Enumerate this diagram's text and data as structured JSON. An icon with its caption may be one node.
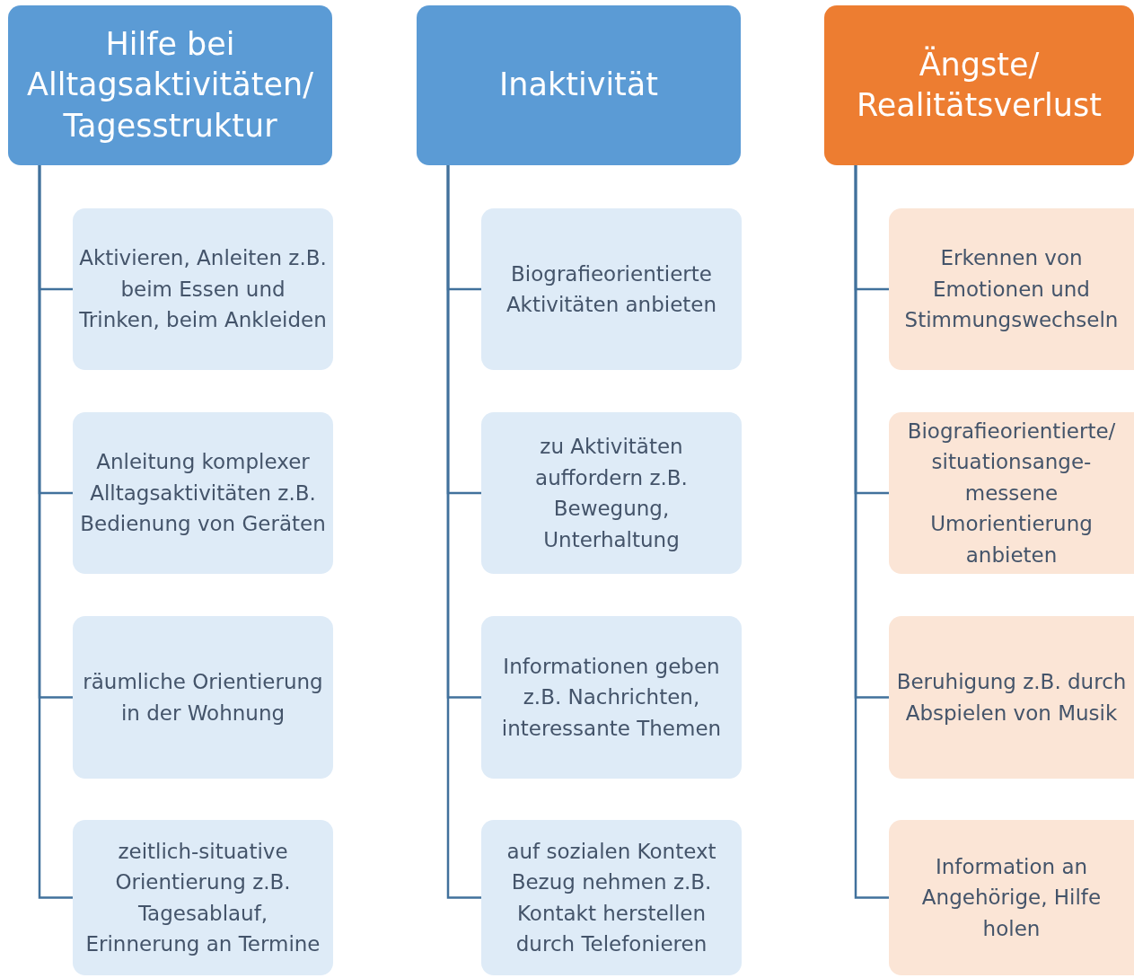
{
  "diagram": {
    "nodes": [
      {
        "text": [
          "Hilfe bei Alltagsaktivitäten/ Tagesstruktur"
        ]
      },
      {
        "text": [
          "Aktivieren, Anleiten z.B. beim Essen und Trinken, beim Ankleiden"
        ]
      },
      {
        "text": [
          "Anleitung komplexer Alltagsaktivitäten z.B. Bedienung von Geräten"
        ]
      },
      {
        "text": [
          "räumliche Orientierung in der Wohnung"
        ]
      },
      {
        "text": [
          "zeitlich-situative Orientierung z.B. Tagesablauf, Erinnerung an Termine"
        ]
      },
      {
        "text": [
          "Inaktivität"
        ]
      },
      {
        "text": [
          "Biografieorientierte Aktivitäten anbieten"
        ]
      },
      {
        "text": [
          "zu Aktivitäten auffordern z.B. Bewegung, Unterhaltung"
        ]
      },
      {
        "text": [
          "Informationen geben z.B. Nachrichten, interessante Themen"
        ]
      },
      {
        "text": [
          "auf sozialen Kontext Bezug nehmen z.B. Kontakt herstellen durch Telefonieren"
        ]
      },
      {
        "text": [
          "Ängste/ Realitätsverlust"
        ]
      },
      {
        "text": [
          "Erkennen von Emotionen und Stimmungswechseln"
        ]
      },
      {
        "text": [
          "Biografieorientierte/ situationsange-messene Umorientierung anbieten"
        ]
      },
      {
        "text": [
          "Beruhigung z.B. durch Abspielen von Musik"
        ]
      },
      {
        "text": [
          "Information an Angehörige, Hilfe holen"
        ]
      }
    ],
    "edges": [
      {
        "from": 0,
        "to": 1,
        "arrow": "none"
      },
      {
        "from": 0,
        "to": 2,
        "arrow": "none"
      },
      {
        "from": 0,
        "to": 3,
        "arrow": "none"
      },
      {
        "from": 0,
        "to": 4,
        "arrow": "none"
      },
      {
        "from": 5,
        "to": 6,
        "arrow": "none"
      },
      {
        "from": 5,
        "to": 7,
        "arrow": "none"
      },
      {
        "from": 5,
        "to": 8,
        "arrow": "none"
      },
      {
        "from": 5,
        "to": 9,
        "arrow": "none"
      },
      {
        "from": 10,
        "to": 11,
        "arrow": "none"
      },
      {
        "from": 10,
        "to": 12,
        "arrow": "none"
      },
      {
        "from": 10,
        "to": 13,
        "arrow": "none"
      },
      {
        "from": 10,
        "to": 14,
        "arrow": "none"
      }
    ]
  }
}
